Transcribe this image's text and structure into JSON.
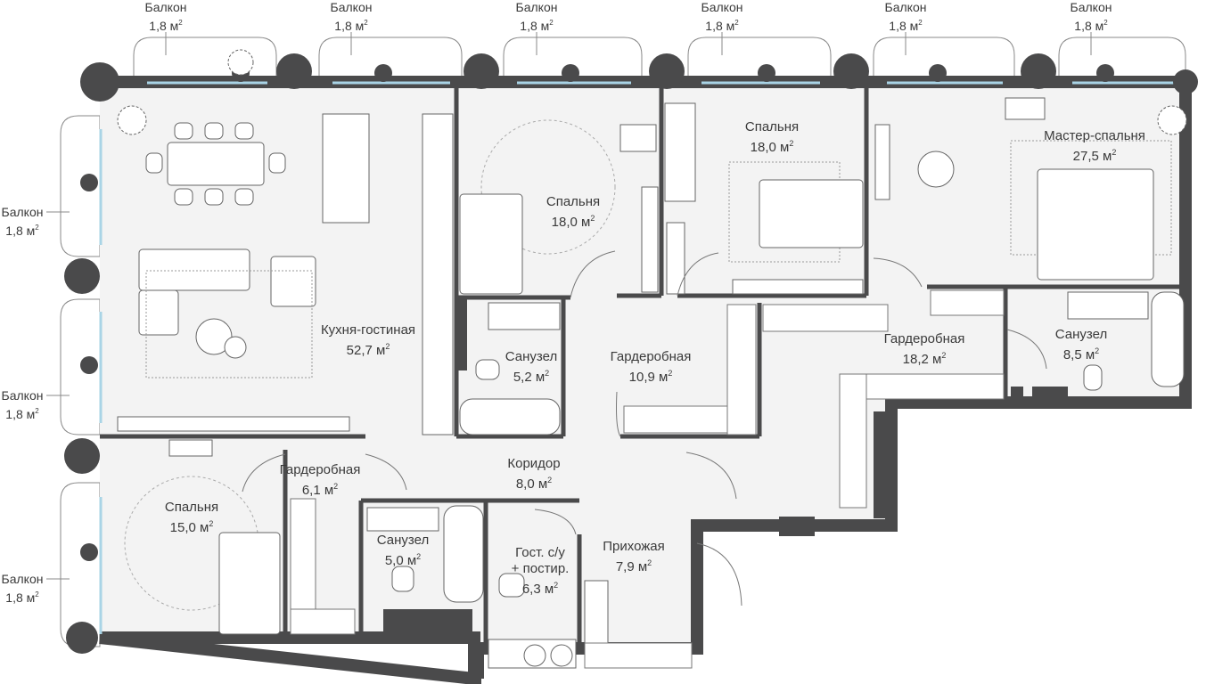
{
  "unit_sup": "2",
  "rooms": [
    {
      "id": "kitchen",
      "name": "Кухня-гостиная",
      "area": "52,7 м"
    },
    {
      "id": "bedroom-1",
      "name": "Спальня",
      "area": "18,0 м"
    },
    {
      "id": "bedroom-2",
      "name": "Спальня",
      "area": "18,0 м"
    },
    {
      "id": "master",
      "name": "Мастер-спальня",
      "area": "27,5 м"
    },
    {
      "id": "bath-1",
      "name": "Санузел",
      "area": "5,2 м"
    },
    {
      "id": "wardrobe-1",
      "name": "Гардеробная",
      "area": "10,9 м"
    },
    {
      "id": "wardrobe-2",
      "name": "Гардеробная",
      "area": "18,2 м"
    },
    {
      "id": "bath-2",
      "name": "Санузел",
      "area": "8,5 м"
    },
    {
      "id": "bedroom-3",
      "name": "Спальня",
      "area": "15,0 м"
    },
    {
      "id": "wardrobe-3",
      "name": "Гардеробная",
      "area": "6,1 м"
    },
    {
      "id": "corridor",
      "name": "Коридор",
      "area": "8,0 м"
    },
    {
      "id": "bath-3",
      "name": "Санузел",
      "area": "5,0 м"
    },
    {
      "id": "guest-wc",
      "name": "Гост. с/у\n+ постир.",
      "area": "6,3 м"
    },
    {
      "id": "hall",
      "name": "Прихожая",
      "area": "7,9 м"
    }
  ],
  "balconies": [
    {
      "name": "Балкон",
      "area": "1,8 м"
    },
    {
      "name": "Балкон",
      "area": "1,8 м"
    },
    {
      "name": "Балкон",
      "area": "1,8 м"
    },
    {
      "name": "Балкон",
      "area": "1,8 м"
    },
    {
      "name": "Балкон",
      "area": "1,8 м"
    },
    {
      "name": "Балкон",
      "area": "1,8 м"
    },
    {
      "name": "Балкон",
      "area": "1,8 м"
    },
    {
      "name": "Балкон",
      "area": "1,8 м"
    },
    {
      "name": "Балкон",
      "area": "1,8 м"
    }
  ],
  "colors": {
    "wall": "#4a4a4b",
    "floor": "#f3f3f3",
    "line": "#555555",
    "glass": "#a9d4e6",
    "furniture": "#ffffff"
  }
}
